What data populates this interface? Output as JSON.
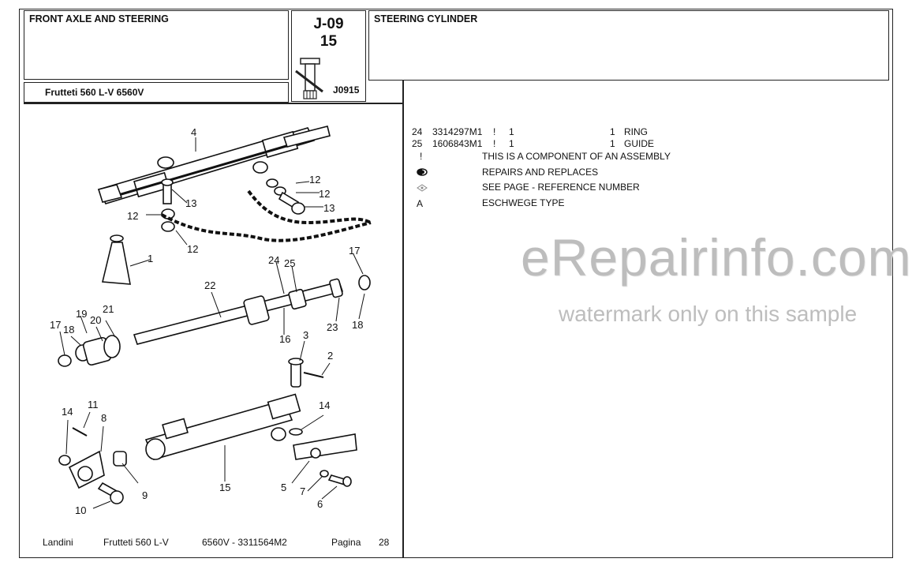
{
  "header": {
    "section_title": "FRONT AXLE AND STEERING",
    "model": "Frutteti 560 L-V  6560V",
    "code_line1": "J-09",
    "code_line2": "15",
    "figure_code": "J0915",
    "group_title": "STEERING CYLINDER"
  },
  "parts": [
    {
      "ref": "24",
      "part_no": "3314297M1",
      "flag": "!",
      "qty": "1",
      "qty2": "1",
      "desc": "RING"
    },
    {
      "ref": "25",
      "part_no": "1606843M1",
      "flag": "!",
      "qty": "1",
      "qty2": "1",
      "desc": "GUIDE"
    }
  ],
  "legend": [
    {
      "symbol": "!",
      "text": "THIS IS A COMPONENT OF AN ASSEMBLY"
    },
    {
      "symbol": "●",
      "text": "REPAIRS AND REPLACES"
    },
    {
      "symbol": "◇",
      "text": "SEE PAGE - REFERENCE NUMBER"
    },
    {
      "symbol": "A",
      "text": "ESCHWEGE TYPE"
    }
  ],
  "diagram_labels": [
    "4",
    "12",
    "12",
    "12",
    "13",
    "13",
    "12",
    "1",
    "24",
    "25",
    "17",
    "22",
    "19",
    "21",
    "17",
    "18",
    "20",
    "16",
    "23",
    "18",
    "3",
    "2",
    "11",
    "14",
    "8",
    "14",
    "15",
    "5",
    "7",
    "6",
    "9",
    "10"
  ],
  "watermark": {
    "main": "eRepairinfo.com",
    "sub": "watermark only on this sample"
  },
  "footer": {
    "brand": "Landini",
    "model": "Frutteti 560 L-V",
    "code": "6560V - 3311564M2",
    "page_label": "Pagina",
    "page_number": "28"
  }
}
